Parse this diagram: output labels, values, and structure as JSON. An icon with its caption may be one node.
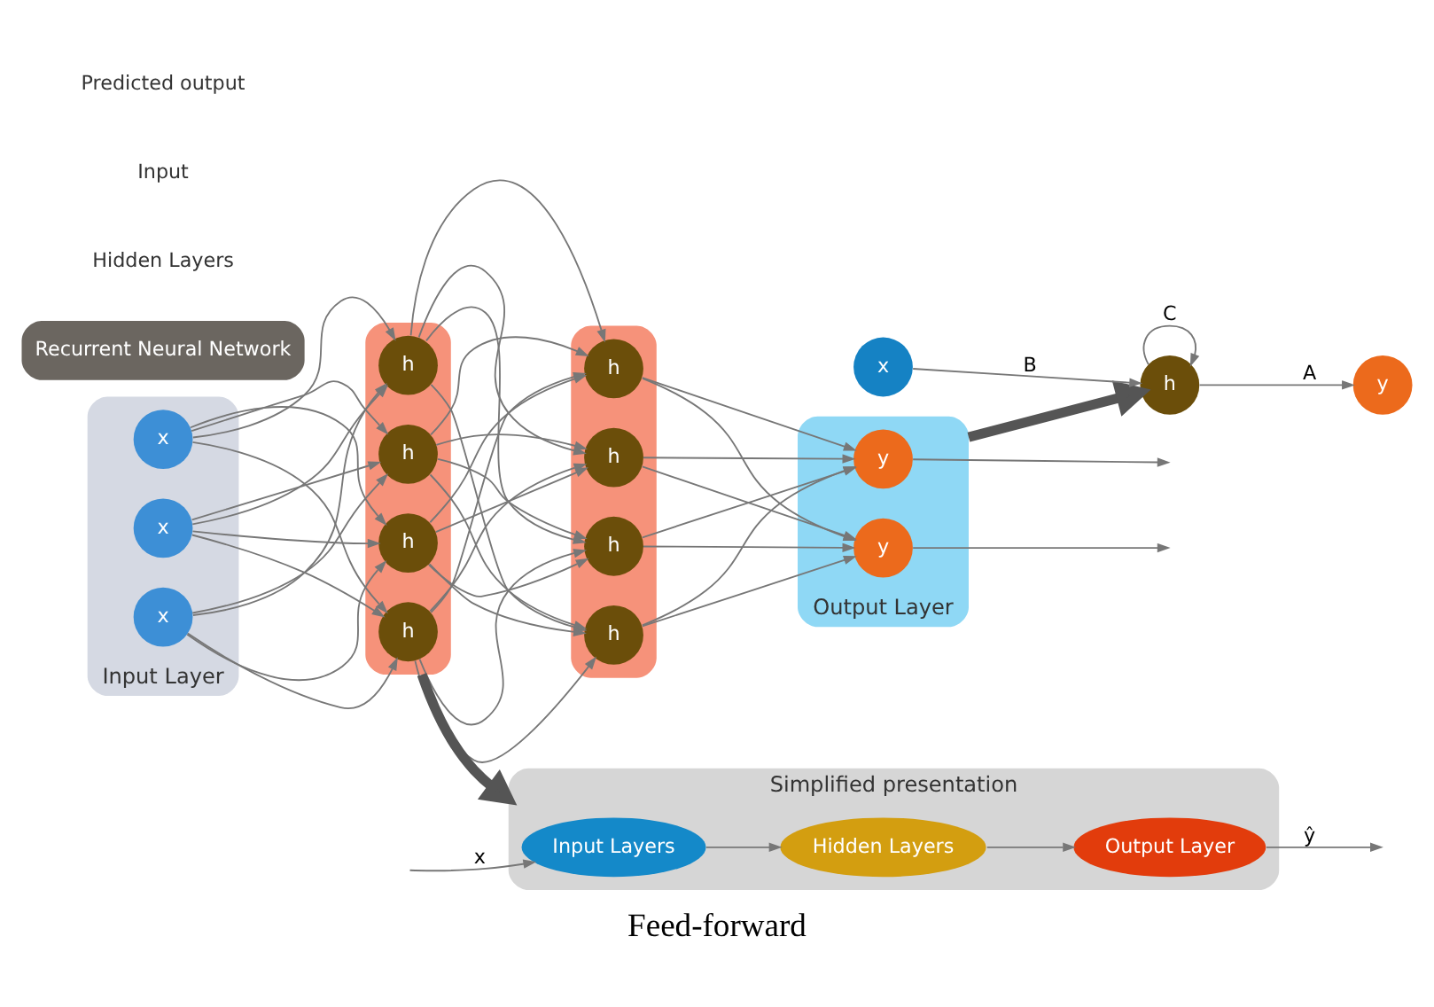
{
  "diagram": {
    "caption": "Feed-forward",
    "nodes": [
      {
        "text": [
          "Input Layer"
        ]
      },
      {
        "text": [
          "x"
        ],
        "in": 0
      },
      {
        "text": [
          "x"
        ],
        "in": 0
      },
      {
        "text": [
          "x"
        ],
        "in": 0
      },
      {
        "text": [],
        "shape": "box"
      },
      {
        "text": [
          "h"
        ],
        "in": 4
      },
      {
        "text": [
          "h"
        ],
        "in": 4
      },
      {
        "text": [
          "h"
        ],
        "in": 4
      },
      {
        "text": [
          "h"
        ],
        "in": 4
      },
      {
        "text": [],
        "shape": "box"
      },
      {
        "text": [
          "h"
        ],
        "in": 9
      },
      {
        "text": [
          "h"
        ],
        "in": 9
      },
      {
        "text": [
          "h"
        ],
        "in": 9
      },
      {
        "text": [
          "h"
        ],
        "in": 9
      },
      {
        "text": [
          "Output Layer"
        ]
      },
      {
        "text": [
          "y"
        ],
        "in": 14
      },
      {
        "text": [
          "y"
        ],
        "in": 14
      },
      {
        "text": [
          "y"
        ]
      },
      {
        "text": [
          "h"
        ]
      },
      {
        "text": [
          "x"
        ]
      },
      {
        "text": [
          "Recurrent Neural Network"
        ]
      },
      {
        "text": [
          "Simplified presentation"
        ]
      },
      {
        "text": [
          "Input Layers"
        ],
        "in": 21
      },
      {
        "text": [
          "Hidden Layers"
        ],
        "in": 21
      },
      {
        "text": [
          "Output Layer"
        ],
        "in": 21
      }
    ],
    "edges": [
      {
        "from": 1,
        "to": 5,
        "arrow": "to"
      },
      {
        "from": 1,
        "to": 6,
        "arrow": "to"
      },
      {
        "from": 1,
        "to": 7,
        "arrow": "to"
      },
      {
        "from": 1,
        "to": 8,
        "arrow": "to"
      },
      {
        "from": 2,
        "to": 5,
        "arrow": "to"
      },
      {
        "from": 2,
        "to": 6,
        "arrow": "to"
      },
      {
        "from": 2,
        "to": 7,
        "arrow": "to"
      },
      {
        "from": 2,
        "to": 8,
        "arrow": "to"
      },
      {
        "from": 3,
        "to": 5,
        "arrow": "to"
      },
      {
        "from": 3,
        "to": 6,
        "arrow": "to"
      },
      {
        "from": 3,
        "to": 7,
        "arrow": "to"
      },
      {
        "from": 3,
        "to": 8,
        "arrow": "to"
      },
      {
        "from": 5,
        "to": 10,
        "arrow": "to"
      },
      {
        "from": 5,
        "to": 11,
        "arrow": "to"
      },
      {
        "from": 5,
        "to": 12,
        "arrow": "to"
      },
      {
        "from": 5,
        "to": 13,
        "arrow": "to"
      },
      {
        "from": 6,
        "to": 10,
        "arrow": "to"
      },
      {
        "from": 6,
        "to": 11,
        "arrow": "to"
      },
      {
        "from": 6,
        "to": 12,
        "arrow": "to"
      },
      {
        "from": 6,
        "to": 13,
        "arrow": "to"
      },
      {
        "from": 7,
        "to": 10,
        "arrow": "to"
      },
      {
        "from": 7,
        "to": 11,
        "arrow": "to"
      },
      {
        "from": 7,
        "to": 12,
        "arrow": "to"
      },
      {
        "from": 7,
        "to": 13,
        "arrow": "to"
      },
      {
        "from": 8,
        "to": 10,
        "arrow": "to"
      },
      {
        "from": 8,
        "to": 11,
        "arrow": "to"
      },
      {
        "from": 8,
        "to": 12,
        "arrow": "to"
      },
      {
        "from": 8,
        "to": 13,
        "arrow": "to"
      },
      {
        "from": 10,
        "to": 15,
        "arrow": "to"
      },
      {
        "from": 10,
        "to": 16,
        "arrow": "to"
      },
      {
        "from": 11,
        "to": 15,
        "arrow": "to"
      },
      {
        "from": 11,
        "to": 16,
        "arrow": "to"
      },
      {
        "from": 12,
        "to": 15,
        "arrow": "to"
      },
      {
        "from": 12,
        "to": 16,
        "arrow": "to"
      },
      {
        "from": 13,
        "to": 15,
        "arrow": "to"
      },
      {
        "from": 13,
        "to": 16,
        "arrow": "to"
      },
      {
        "from": 15,
        "to": null,
        "arrow": "to"
      },
      {
        "from": 16,
        "to": null,
        "arrow": "to"
      },
      {
        "from": 14,
        "to": 18,
        "arrow": "to",
        "style": "thick",
        "color": "#555555"
      },
      {
        "from": 19,
        "to": 18,
        "arrow": "to",
        "label": "B"
      },
      {
        "from": 18,
        "to": 17,
        "arrow": "to",
        "label": "A"
      },
      {
        "from": 18,
        "to": 18,
        "arrow": "to",
        "label": "C"
      },
      {
        "from": 4,
        "to": 21,
        "arrow": "to",
        "style": "thick",
        "color": "#555555"
      },
      {
        "from": null,
        "to": 22,
        "arrow": "to",
        "label": "x"
      },
      {
        "from": 22,
        "to": 23,
        "arrow": "to"
      },
      {
        "from": 23,
        "to": 24,
        "arrow": "to"
      },
      {
        "from": 24,
        "to": null,
        "arrow": "to",
        "label": "ŷ"
      }
    ],
    "labels": [
      "Hidden Layers",
      "Input",
      "Predicted output"
    ]
  }
}
